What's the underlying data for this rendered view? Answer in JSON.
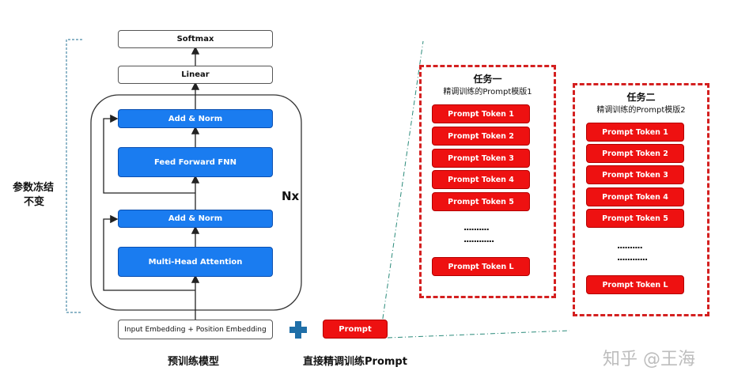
{
  "diagram": {
    "frozen_label_line1": "参数冻结",
    "frozen_label_line2": "不变",
    "nx": "Nx",
    "softmax": "Softmax",
    "linear": "Linear",
    "add_norm_top": "Add & Norm",
    "ffn": "Feed Forward FNN",
    "add_norm_bottom": "Add & Norm",
    "mha": "Multi-Head Attention",
    "embedding": "Input Embedding + Position Embedding",
    "plus": "+",
    "prompt": "Prompt",
    "caption_left": "预训练模型",
    "caption_right": "直接精调训练Prompt",
    "watermark": "知乎 @王海"
  },
  "tasks": [
    {
      "title": "任务一",
      "subtitle": "精调训练的Prompt模版1",
      "tokens": [
        "Prompt Token 1",
        "Prompt Token 2",
        "Prompt Token 3",
        "Prompt Token 4",
        "Prompt Token 5"
      ],
      "dots1": "..........",
      "dots2": "............",
      "last_token": "Prompt Token L"
    },
    {
      "title": "任务二",
      "subtitle": "精调训练的Prompt模版2",
      "tokens": [
        "Prompt Token 1",
        "Prompt Token 2",
        "Prompt Token 3",
        "Prompt Token 4",
        "Prompt Token 5"
      ],
      "dots1": "..........",
      "dots2": "............",
      "last_token": "Prompt Token L"
    }
  ],
  "colors": {
    "blue": "#1a7cf0",
    "red": "#ee1111",
    "dashed_red": "#d42020",
    "teal_line": "#2a8a7a",
    "plus": "#1f6fa8"
  }
}
